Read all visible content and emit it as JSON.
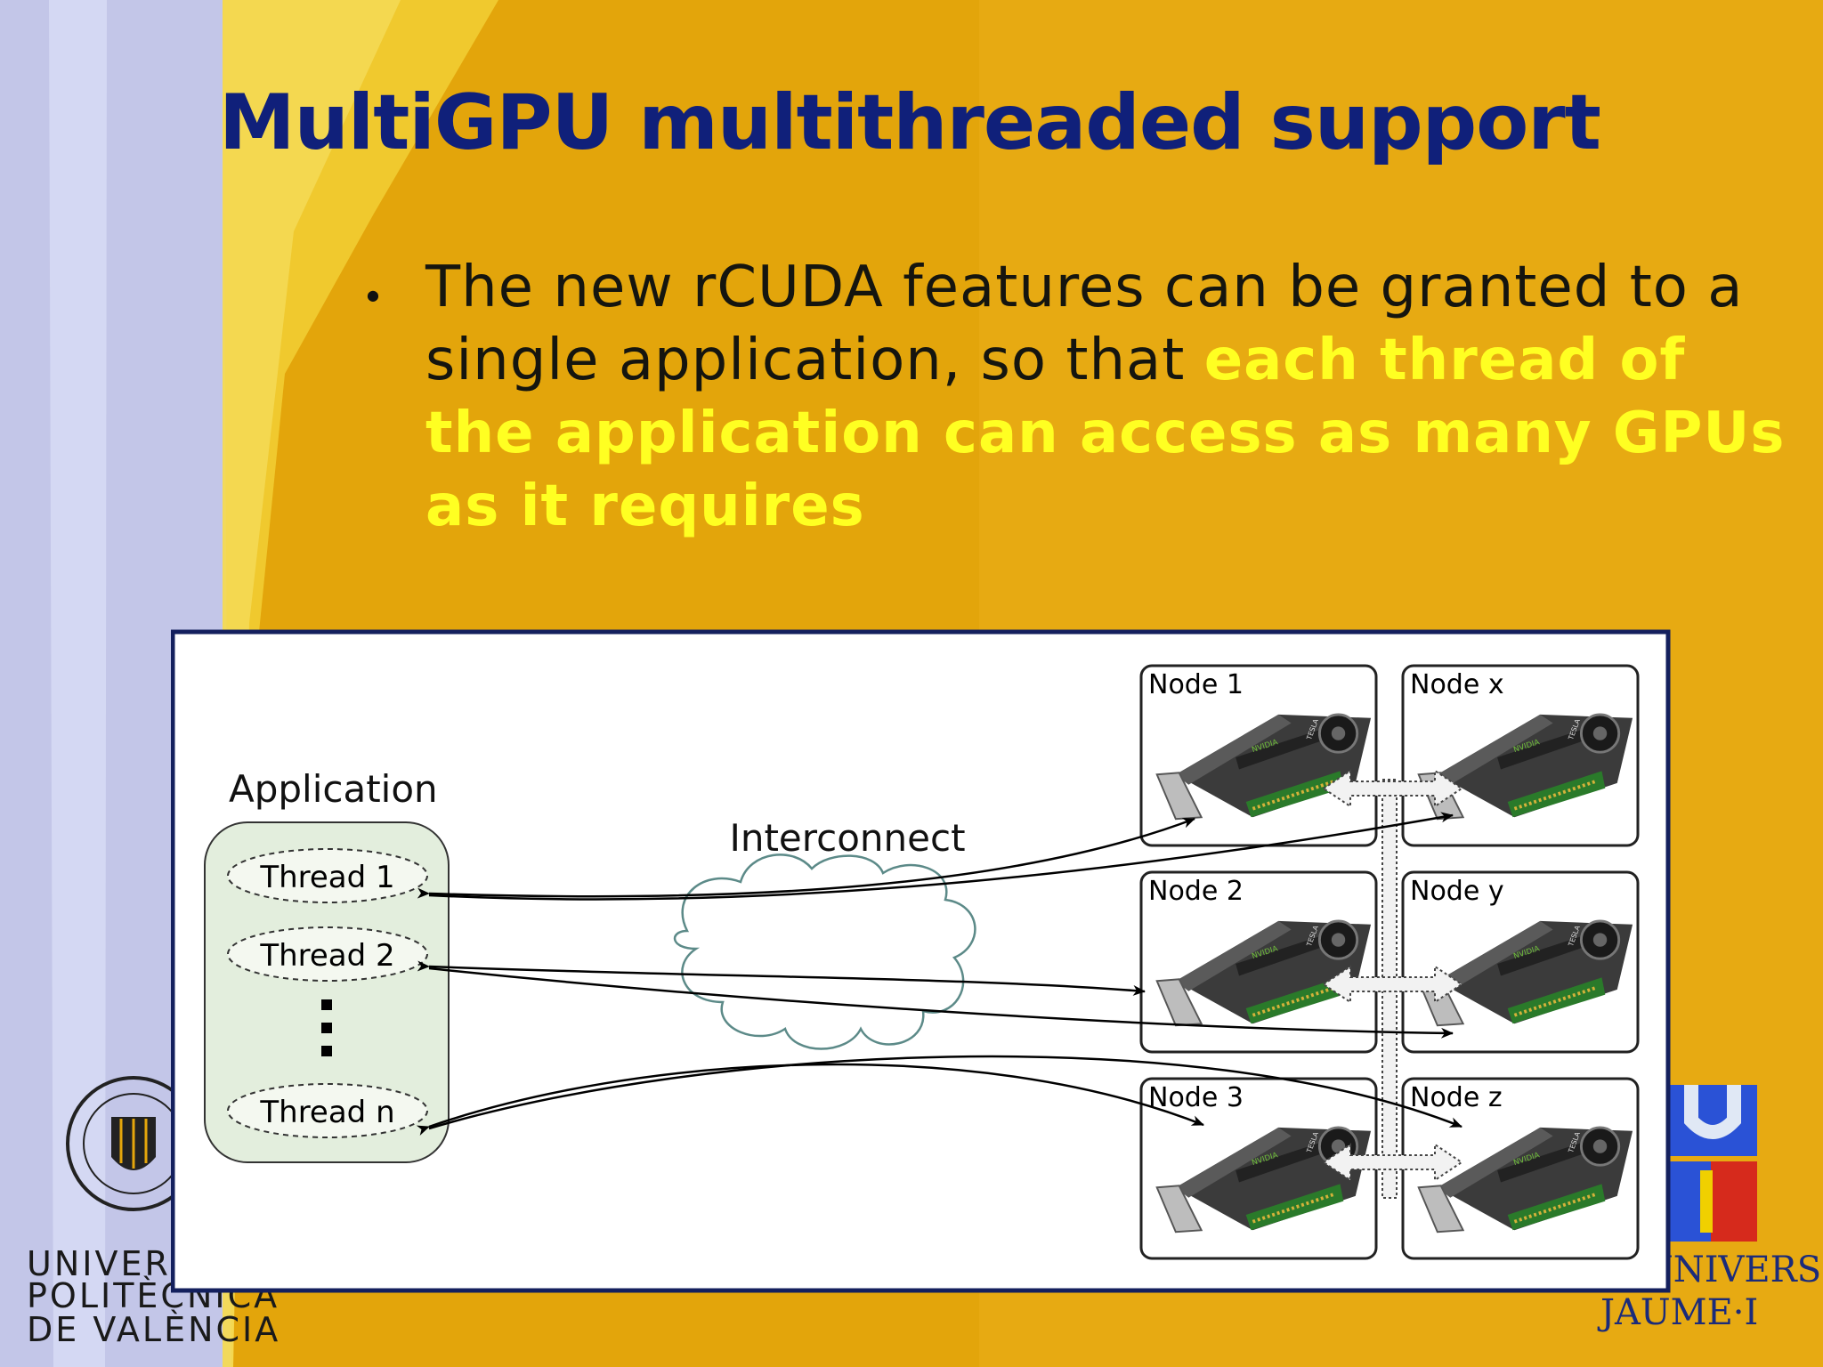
{
  "slide": {
    "title": "MultiGPU multithreaded support",
    "bullet": {
      "text_plain": "The new rCUDA features can be granted to a single application, so that ",
      "text_highlight": "each thread of the application can access as many GPUs as it requires"
    }
  },
  "diagram": {
    "application_label": "Application",
    "threads": [
      "Thread 1",
      "Thread 2",
      "Thread n"
    ],
    "interconnect_label": "Interconnect",
    "nodes": [
      {
        "label": "Node 1"
      },
      {
        "label": "Node x"
      },
      {
        "label": "Node 2"
      },
      {
        "label": "Node y"
      },
      {
        "label": "Node 3"
      },
      {
        "label": "Node z"
      }
    ],
    "gpu_brand": "TESLA"
  },
  "logos": {
    "upv": [
      "UNIVERSITAT",
      "POLITÈCNICA",
      "DE VALÈNCIA"
    ],
    "uji": [
      "UNIVERSITAT",
      "JAUME·I"
    ]
  },
  "colors": {
    "background": "#E4A60C",
    "title": "#10207A",
    "highlight": "#FFFF22",
    "application_box": "#E3EEDD",
    "diagram_border": "#14205E"
  }
}
